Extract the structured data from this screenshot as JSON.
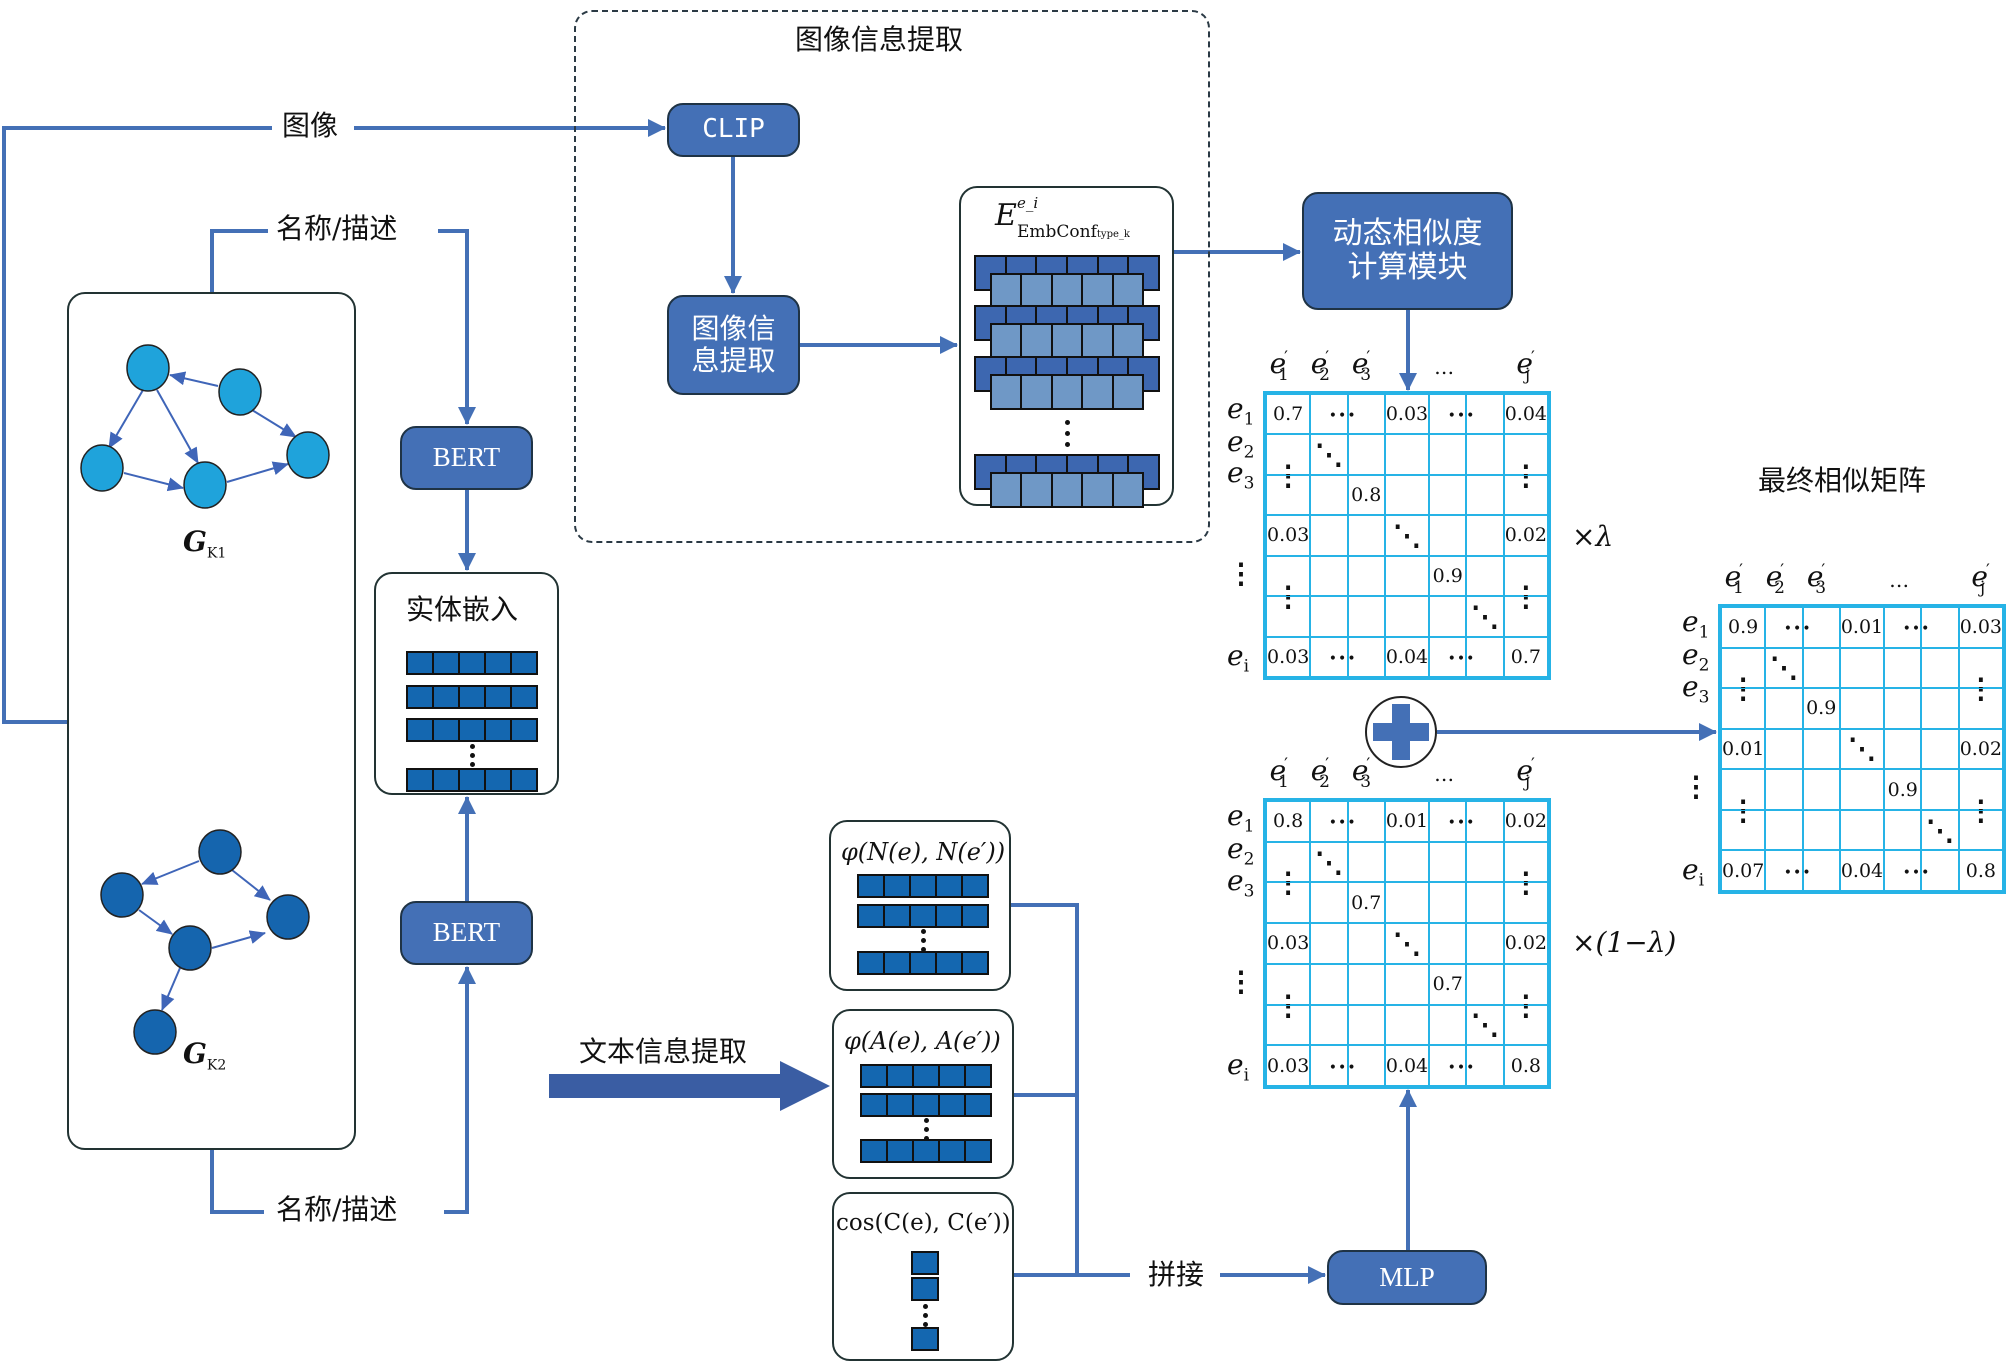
{
  "diagram": {
    "image_branch": {
      "image_label": "图像",
      "group_title": "图像信息提取",
      "clip_label": "CLIP",
      "image_extract_label": "图像信息提取",
      "image_extract_lines": [
        "图像信",
        "息提取"
      ],
      "embedding_symbol": "E",
      "embedding_superscript": "e_i",
      "embedding_subscript": "EmbConf",
      "embedding_subsubscript": "type_k",
      "embedding_rows": 4
    },
    "dynamic_module": {
      "lines": [
        "动态相似度",
        "计算模块"
      ]
    },
    "knowledge_graphs": {
      "graph1_label": "G",
      "graph1_sub": "K1",
      "graph2_label": "G",
      "graph2_sub": "K2",
      "name_desc_top": "名称/描述",
      "name_desc_bottom": "名称/描述",
      "node_color_g1": "#1fa3db",
      "node_color_g2": "#1565ae"
    },
    "text_branch": {
      "bert_top": "BERT",
      "bert_bottom": "BERT",
      "entity_embedding": "实体嵌入",
      "text_extract_label": "文本信息提取",
      "feature_boxes": [
        {
          "formula": "φ(N(e), N(e′))"
        },
        {
          "formula": "φ(A(e), A(e′))"
        },
        {
          "formula": "cos(C(e), C(e′))"
        }
      ],
      "concat_label": "拼接",
      "mlp_label": "MLP"
    },
    "matrices": {
      "col_headers": [
        "e′1",
        "e′2",
        "e′3",
        "…",
        "e′j"
      ],
      "row_headers": [
        "e1",
        "e2",
        "e3",
        "⋮",
        "ei"
      ],
      "image_matrix": {
        "multiplier": "×λ",
        "cells": {
          "r0c0": "0.7",
          "r0c3": "0.03",
          "r0c6": "0.04",
          "r2c2": "0.8",
          "r3c0": "0.03",
          "r3c6": "0.02",
          "r4c4": "0.9",
          "r6c0": "0.03",
          "r6c3": "0.04",
          "r6c6": "0.7"
        }
      },
      "text_matrix": {
        "multiplier": "×(1−λ)",
        "cells": {
          "r0c0": "0.8",
          "r0c3": "0.01",
          "r0c6": "0.02",
          "r2c2": "0.7",
          "r3c0": "0.03",
          "r3c6": "0.02",
          "r4c4": "0.7",
          "r6c0": "0.03",
          "r6c3": "0.04",
          "r6c6": "0.8"
        }
      },
      "final_matrix": {
        "title": "最终相似矩阵",
        "cells": {
          "r0c0": "0.9",
          "r0c3": "0.01",
          "r0c6": "0.03",
          "r2c2": "0.9",
          "r3c0": "0.01",
          "r3c6": "0.02",
          "r4c4": "0.9",
          "r6c0": "0.07",
          "r6c3": "0.04",
          "r6c6": "0.8"
        }
      },
      "plus_symbol": "+"
    },
    "colors": {
      "accent_blue": "#4470b6",
      "matrix_grid": "#26b3e6",
      "vector_fill": "#1467b0",
      "embed_back": "#3d67b0",
      "embed_front": "#6f98c6"
    }
  }
}
